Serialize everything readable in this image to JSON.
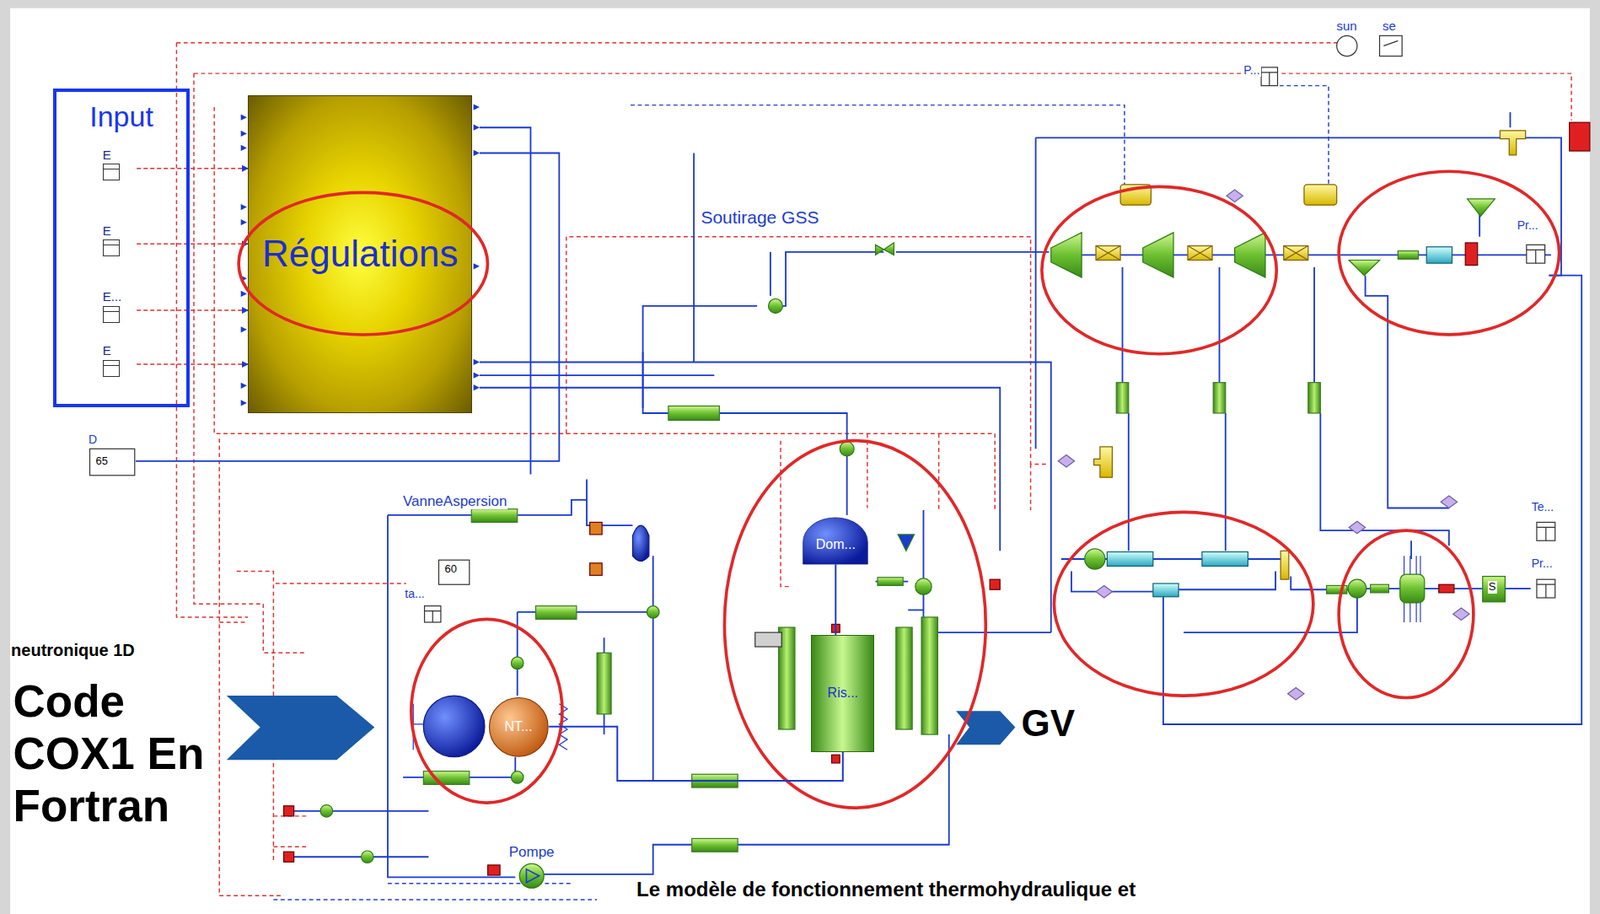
{
  "diagram": {
    "caption": "Le modèle de fonctionnement thermohydraulique et",
    "nodes": [
      {
        "text": [
          "Input"
        ]
      },
      {
        "text": [
          "E"
        ],
        "in": 0
      },
      {
        "text": [
          "E"
        ],
        "in": 0
      },
      {
        "text": [
          "E..."
        ],
        "in": 0
      },
      {
        "text": [
          "E"
        ],
        "in": 0
      },
      {
        "text": [
          "Régulations"
        ]
      },
      {
        "text": [
          "Dom..."
        ]
      },
      {
        "text": [
          "Ris..."
        ]
      },
      {
        "text": [
          "NT..."
        ]
      },
      {
        "text": [
          "Pompe"
        ]
      }
    ],
    "edges": [
      {
        "from": 1,
        "to": 5,
        "arrow": "to"
      },
      {
        "from": 2,
        "to": 5,
        "arrow": "to"
      },
      {
        "from": 3,
        "to": 5,
        "arrow": "to"
      },
      {
        "from": 4,
        "to": 5,
        "arrow": "to"
      },
      {
        "from": 6,
        "to": 7,
        "arrow": "none"
      },
      {
        "from": 8,
        "to": 7,
        "arrow": "none"
      }
    ],
    "labels": [
      "Soutirage GSS",
      "VanneAspersion",
      "sun",
      "se",
      "P...",
      "Pr...",
      "Te...",
      "Pr...",
      "D",
      "65",
      "ta...",
      "60",
      "S",
      "GV",
      "neutronique 1D",
      "Code COX1 En Fortran"
    ]
  }
}
